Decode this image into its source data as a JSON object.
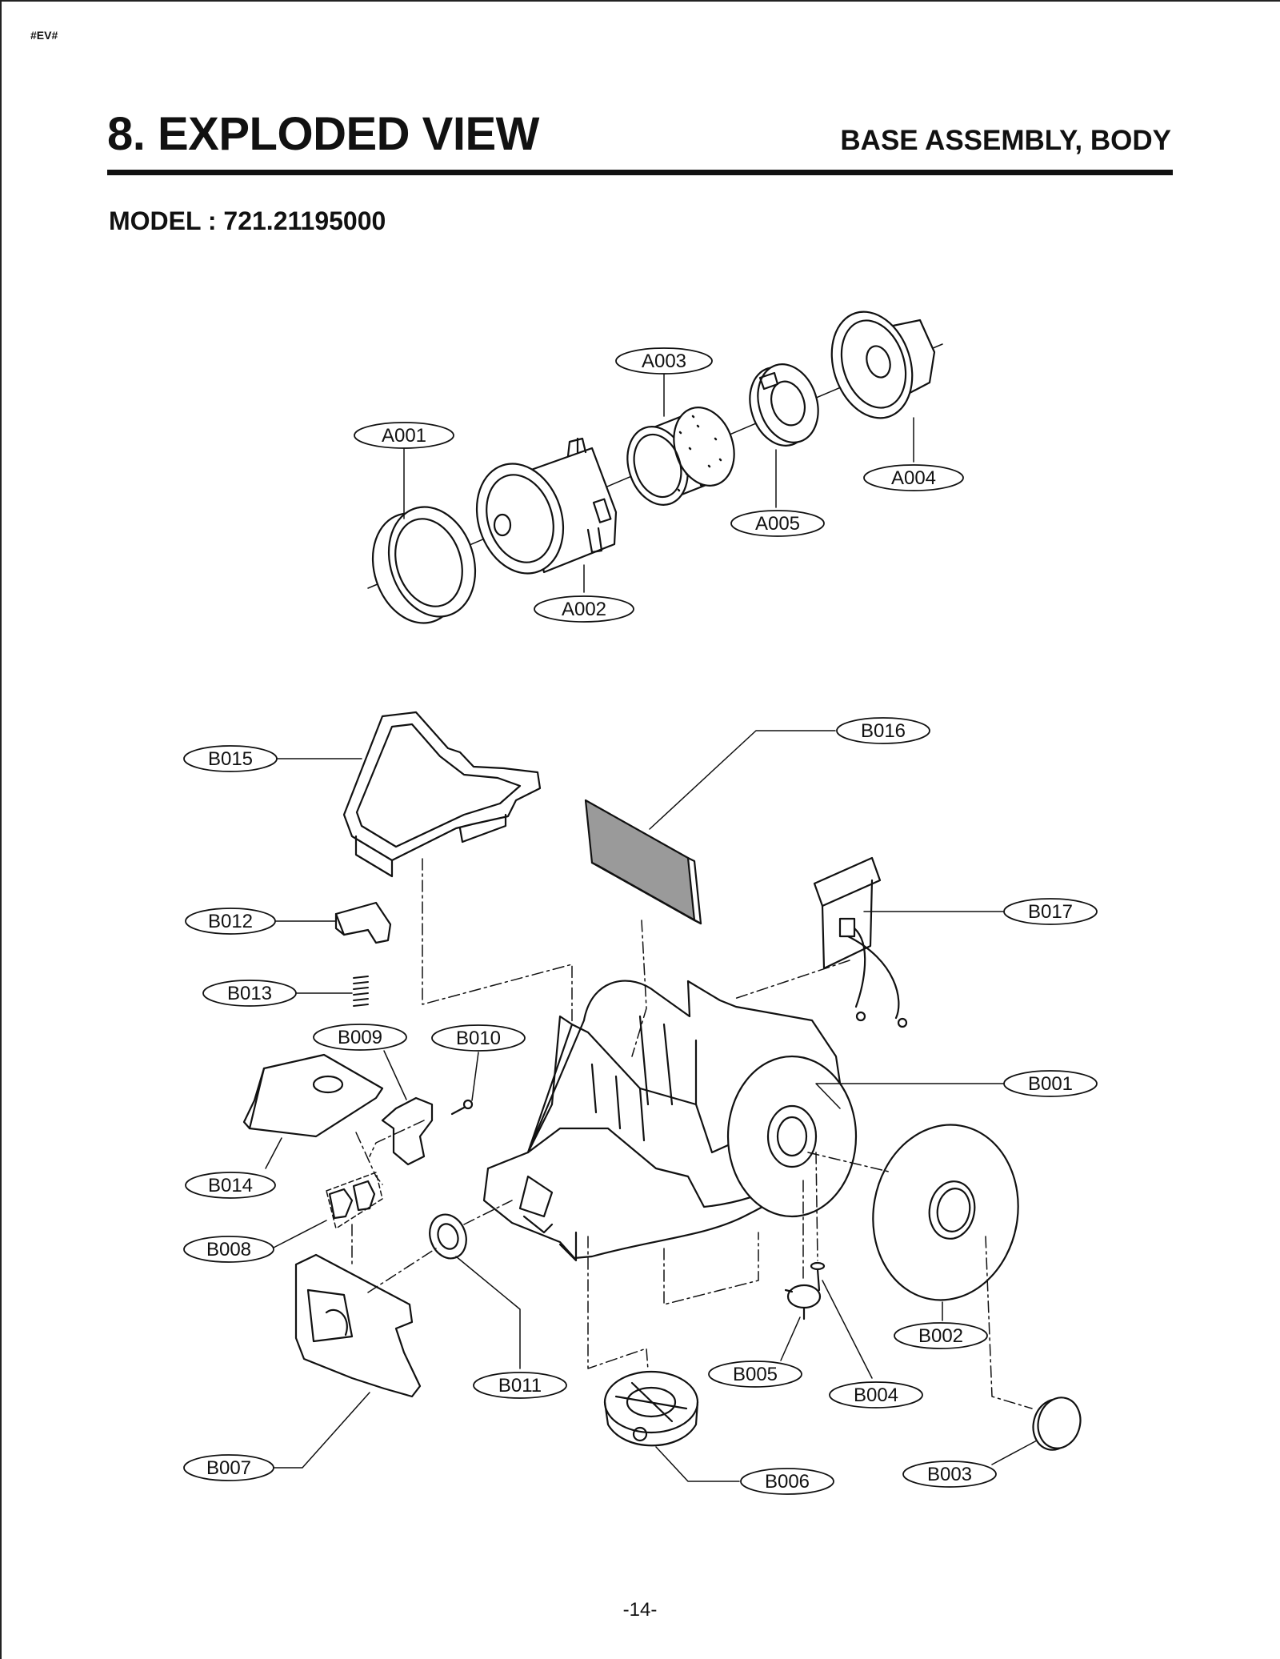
{
  "doc_tag": "#EV#",
  "title": "8. EXPLODED VIEW",
  "subtitle": "BASE ASSEMBLY, BODY",
  "model": "MODEL : 721.21195000",
  "page_number": "-14-",
  "callouts": {
    "A001": "A001",
    "A002": "A002",
    "A003": "A003",
    "A004": "A004",
    "A005": "A005",
    "B001": "B001",
    "B002": "B002",
    "B003": "B003",
    "B004": "B004",
    "B005": "B005",
    "B006": "B006",
    "B007": "B007",
    "B008": "B008",
    "B009": "B009",
    "B010": "B010",
    "B011": "B011",
    "B012": "B012",
    "B013": "B013",
    "B014": "B014",
    "B015": "B015",
    "B016": "B016",
    "B017": "B017"
  },
  "colors": {
    "line": "#111111",
    "filter_fill": "#9a9a9a"
  }
}
